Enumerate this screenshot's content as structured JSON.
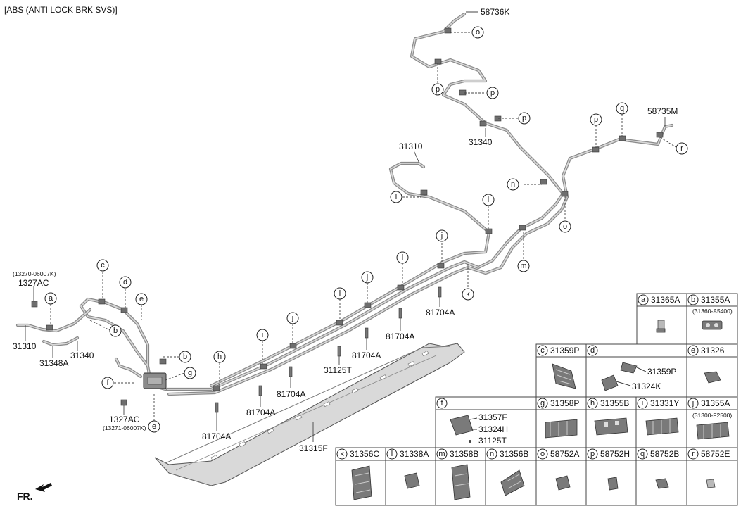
{
  "header": {
    "title": "[ABS (ANTI LOCK BRK SVS)]"
  },
  "callouts": {
    "c_58736K": "58736K",
    "c_58735M": "58735M",
    "c_31310_top": "31310",
    "c_31340_top": "31340",
    "c_31310_left": "31310",
    "c_31340_left": "31340",
    "c_31348A": "31348A",
    "c_1327AC_top": "1327AC",
    "c_1327AC_top_sub": "(13270-06007K)",
    "c_1327AC_bot": "1327AC",
    "c_1327AC_bot_sub": "(13271-06007K)",
    "c_31125T": "31125T",
    "c_31315F": "31315F",
    "c_81704A_1": "81704A",
    "c_81704A_2": "81704A",
    "c_81704A_3": "81704A",
    "c_81704A_4": "81704A",
    "c_81704A_5": "81704A",
    "c_81704A_6": "81704A"
  },
  "markers": {
    "o": "o",
    "p": "p",
    "q": "q",
    "r": "r",
    "a": "a",
    "b": "b",
    "c": "c",
    "d": "d",
    "e": "e",
    "f": "f",
    "g": "g",
    "h": "h",
    "i": "i",
    "j": "j",
    "k": "k",
    "l": "l",
    "m": "m",
    "n": "n"
  },
  "legend": {
    "a": {
      "letter": "a",
      "part": "31365A"
    },
    "b": {
      "letter": "b",
      "part": "31355A",
      "sub": "(31360-A5400)"
    },
    "c": {
      "letter": "c",
      "part": "31359P"
    },
    "d": {
      "letter": "d",
      "items": [
        "31359P",
        "31324K"
      ]
    },
    "e": {
      "letter": "e",
      "part": "31326"
    },
    "f": {
      "letter": "f",
      "items": [
        "31357F",
        "31324H",
        "31125T"
      ]
    },
    "g": {
      "letter": "g",
      "part": "31358P"
    },
    "h": {
      "letter": "h",
      "part": "31355B"
    },
    "i": {
      "letter": "i",
      "part": "31331Y"
    },
    "j": {
      "letter": "j",
      "part": "31355A",
      "sub": "(31300-F2500)"
    },
    "k": {
      "letter": "k",
      "part": "31356C"
    },
    "l": {
      "letter": "l",
      "part": "31338A"
    },
    "m": {
      "letter": "m",
      "part": "31358B"
    },
    "n": {
      "letter": "n",
      "part": "31356B"
    },
    "o": {
      "letter": "o",
      "part": "58752A"
    },
    "p": {
      "letter": "p",
      "part": "58752H"
    },
    "q": {
      "letter": "q",
      "part": "58752B"
    },
    "r": {
      "letter": "r",
      "part": "58752E"
    }
  },
  "footer": {
    "front_label": "FR."
  },
  "colors": {
    "tube": "#8a8a8a",
    "line": "#444444",
    "part": "#b9b9b9"
  }
}
